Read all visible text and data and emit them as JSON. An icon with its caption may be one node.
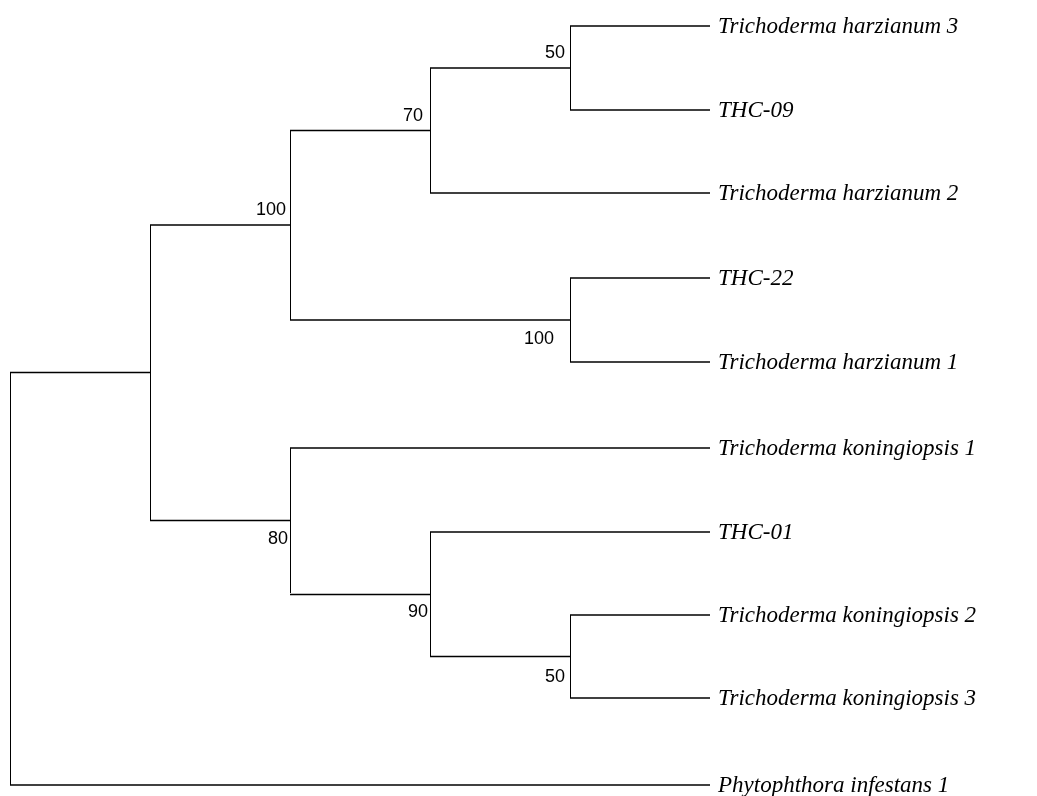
{
  "diagram": {
    "nodes": [
      {
        "text": [],
        "shape": "bar"
      },
      {
        "text": [],
        "shape": "bar"
      },
      {
        "text": [],
        "shape": "bar",
        "beside": [
          "100"
        ]
      },
      {
        "text": [],
        "shape": "bar",
        "beside": [
          "70"
        ]
      },
      {
        "text": [],
        "shape": "bar",
        "beside": [
          "50"
        ]
      },
      {
        "text": [
          "Trichoderma harzianum 3"
        ]
      },
      {
        "text": [
          "THC-09"
        ]
      },
      {
        "text": [
          "Trichoderma harzianum 2"
        ]
      },
      {
        "text": [],
        "shape": "bar",
        "beside": [
          "100"
        ]
      },
      {
        "text": [
          "THC-22"
        ]
      },
      {
        "text": [
          "Trichoderma harzianum 1"
        ]
      },
      {
        "text": [],
        "shape": "bar",
        "beside": [
          "80"
        ]
      },
      {
        "text": [
          "Trichoderma koningiopsis 1"
        ]
      },
      {
        "text": [],
        "shape": "bar",
        "beside": [
          "90"
        ]
      },
      {
        "text": [
          "THC-01"
        ]
      },
      {
        "text": [],
        "shape": "bar",
        "beside": [
          "50"
        ]
      },
      {
        "text": [
          "Trichoderma koningiopsis 2"
        ]
      },
      {
        "text": [
          "Trichoderma koningiopsis 3"
        ]
      },
      {
        "text": [
          "Phytophthora infestans 1"
        ]
      }
    ],
    "edges": [
      {
        "from": 0,
        "to": 1,
        "arrow": "none"
      },
      {
        "from": 0,
        "to": 18,
        "arrow": "none"
      },
      {
        "from": 1,
        "to": 2,
        "arrow": "none"
      },
      {
        "from": 1,
        "to": 11,
        "arrow": "none"
      },
      {
        "from": 2,
        "to": 3,
        "arrow": "none"
      },
      {
        "from": 2,
        "to": 8,
        "arrow": "none"
      },
      {
        "from": 3,
        "to": 4,
        "arrow": "none"
      },
      {
        "from": 3,
        "to": 7,
        "arrow": "none"
      },
      {
        "from": 4,
        "to": 5,
        "arrow": "none"
      },
      {
        "from": 4,
        "to": 6,
        "arrow": "none"
      },
      {
        "from": 8,
        "to": 9,
        "arrow": "none"
      },
      {
        "from": 8,
        "to": 10,
        "arrow": "none"
      },
      {
        "from": 11,
        "to": 12,
        "arrow": "none"
      },
      {
        "from": 11,
        "to": 13,
        "arrow": "none"
      },
      {
        "from": 13,
        "to": 14,
        "arrow": "none"
      },
      {
        "from": 13,
        "to": 15,
        "arrow": "none"
      },
      {
        "from": 15,
        "to": 16,
        "arrow": "none"
      },
      {
        "from": 15,
        "to": 17,
        "arrow": "none"
      }
    ]
  }
}
